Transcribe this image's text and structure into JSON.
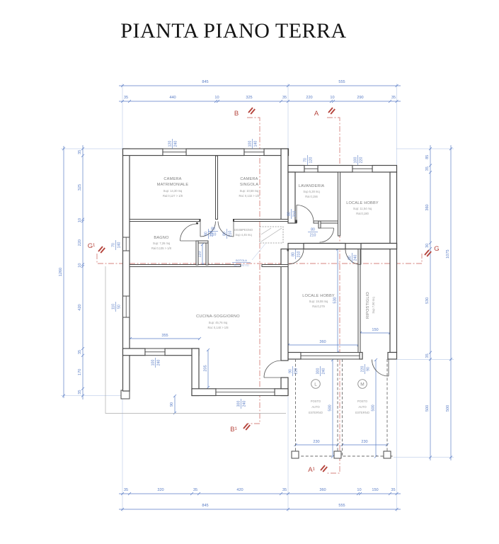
{
  "title": "PIANTA PIANO TERRA",
  "colors": {
    "dimension_blue": "#5b7ec6",
    "wall_gray": "#4a4a4a",
    "section_red": "#b5443c"
  },
  "sections": {
    "b": "B",
    "a": "A",
    "g": "G",
    "g1": "G¹",
    "b1": "B¹",
    "a1": "A¹"
  },
  "dims": {
    "top1": [
      "845",
      "555"
    ],
    "top2": [
      "35",
      "440",
      "10",
      "325",
      "35",
      "220",
      "10",
      "290",
      "35"
    ],
    "bot1": [
      "35",
      "320",
      "35",
      "420",
      "35",
      "360",
      "10",
      "150",
      "35"
    ],
    "bot2": [
      "845",
      "555"
    ],
    "left_in": [
      "35",
      "325",
      "10",
      "220",
      "10",
      "420",
      "35",
      "170",
      "35"
    ],
    "left_out": "1260",
    "right_in": [
      "85",
      "35",
      "360",
      "30",
      "530",
      "35",
      "500"
    ],
    "right_out": [
      "1075",
      "500"
    ],
    "d355": "355",
    "d205": "205",
    "d90": "90",
    "d110": "110",
    "d530": "530",
    "d360": "360",
    "d150": "150",
    "d230l": "230",
    "d230m": "230",
    "d500l": "500",
    "d500m": "500"
  },
  "openings": {
    "cm_win": [
      "120",
      "240"
    ],
    "cs_win": [
      "100",
      "140"
    ],
    "lav_win": [
      "70",
      "120"
    ],
    "lh1_win": [
      "100",
      "220"
    ],
    "cm_door": [
      "80",
      "210"
    ],
    "cs_door": [
      "80",
      "210"
    ],
    "bagno_door": [
      "80",
      "210"
    ],
    "lav_door": [
      "80",
      "210"
    ],
    "corr_door": [
      "80",
      "210"
    ],
    "lh2_door": [
      "80",
      "210"
    ],
    "lh1_lh2_door": [
      "80",
      "240"
    ],
    "bagno_win": [
      "70",
      "140"
    ],
    "cucina_left_win": [
      "110",
      "50"
    ],
    "cucina_bottom_win": [
      "100",
      "240"
    ],
    "ext_win": [
      "300",
      "240"
    ],
    "back_door": [
      "90",
      "220"
    ],
    "lh2_south_win": [
      "300",
      "240"
    ],
    "m_opening": [
      "220",
      "90"
    ]
  },
  "rooms": {
    "cm": {
      "l1": "CAMERA",
      "l2": "MATRIMONIALE",
      "sup": "Sup: 14,30 mq",
      "rai": "Rai:0,127 > 1/8"
    },
    "cs": {
      "l1": "CAMERA",
      "l2": "SINGOLA",
      "sup": "Sup: 10,58 mq",
      "rai": "Rai: 0,132 > 1/8"
    },
    "lav": {
      "l1": "LAVANDERIA",
      "sup": "Sup 5,28 mq",
      "rai": "Rai 0,156"
    },
    "lh1": {
      "l1": "LOCALE HOBBY",
      "sup": "Sup: 11,54 mq",
      "rai": "Rai:0,180"
    },
    "bagno": {
      "l1": "BAGNO",
      "sup": "Sup: 7,26 mq",
      "rai": "Rai:0,135 > 1/8"
    },
    "dis": {
      "l1": "DISIMPEGNO",
      "sup": "Sup 4,45 mq"
    },
    "cucina": {
      "l1": "CUCINA-SOGGIORNO",
      "sup": "Sup: 45,76 mq",
      "rai": "Rai: 0,140 > 1/8"
    },
    "lh2": {
      "l1": "LOCALE HOBBY",
      "sup": "Sup: 19,08 mq",
      "rai": "Rai:0,279"
    },
    "rip": {
      "l1": "RIPOSTIGLIO",
      "sup": "Sup 7,90 mq"
    },
    "botola": {
      "l1": "BOTOLA",
      "l2": "SOTTOTETTO"
    },
    "posto_l": {
      "letter": "L",
      "l1": "POSTO",
      "l2": "AUTO",
      "l3": "ESTERNO"
    },
    "posto_m": {
      "letter": "M",
      "l1": "POSTO",
      "l2": "AUTO",
      "l3": "ESTERNO"
    }
  }
}
